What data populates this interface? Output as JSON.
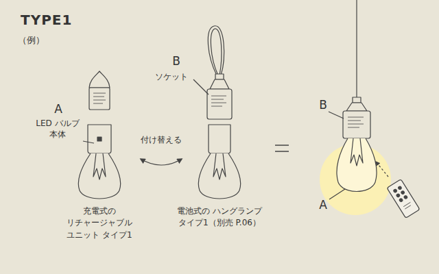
{
  "diagram": {
    "title": "TYPE1",
    "labels": [
      "（例）",
      "A",
      "LED バルブ 本体",
      "B",
      "ソケット",
      "付け替える",
      "B",
      "A",
      "充電式の リチャージャブル ユニット タイプ1",
      "電池式の ハングランプ タイプ1（別売 P.06）"
    ]
  }
}
